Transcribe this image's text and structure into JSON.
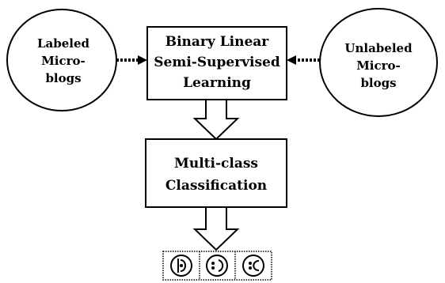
{
  "nodes": {
    "labeled": {
      "lines": [
        "Labeled",
        "Micro-",
        "blogs"
      ]
    },
    "binary": {
      "lines": [
        "Binary Linear",
        "Semi-Supervised",
        "Learning"
      ]
    },
    "unlabeled": {
      "lines": [
        "Unlabeled",
        "Micro-",
        "blogs"
      ]
    },
    "multiclass": {
      "lines": [
        "Multi-class",
        "Classification"
      ]
    }
  },
  "output_icons": [
    "positive-face-icon",
    "neutral-face-icon",
    "negative-face-icon"
  ],
  "colors": {
    "stroke": "#000000",
    "fill": "#ffffff"
  }
}
